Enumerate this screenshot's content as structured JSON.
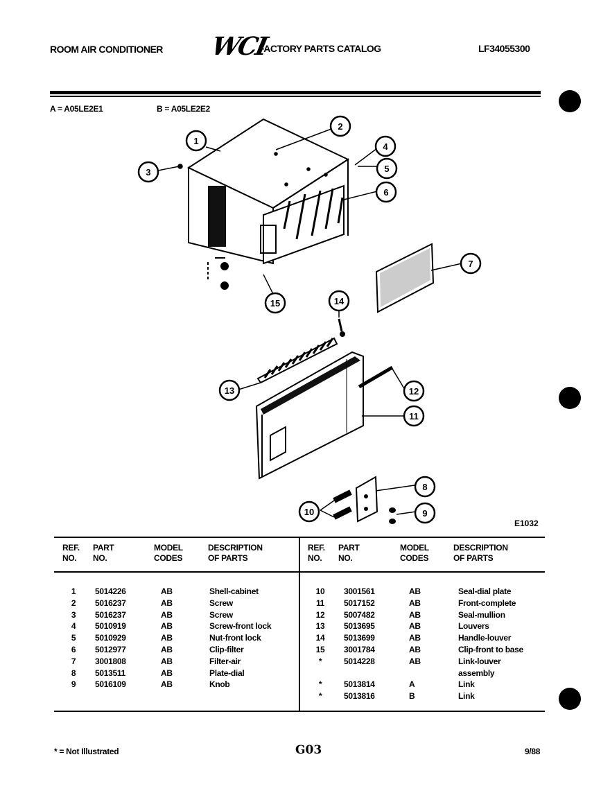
{
  "header": {
    "left_title": "ROOM AIR CONDITIONER",
    "logo_text": "WCI",
    "catalog_title": "FACTORY PARTS CATALOG",
    "catalog_number": "LF34055300"
  },
  "models": {
    "a": "A = A05LE2E1",
    "b": "B = A05LE2E2"
  },
  "diagram": {
    "code": "E1032",
    "callouts": [
      "1",
      "2",
      "3",
      "4",
      "5",
      "6",
      "7",
      "10",
      "11",
      "12",
      "13",
      "14",
      "15",
      "8",
      "9"
    ]
  },
  "table": {
    "headers": {
      "ref_no": "REF. NO.",
      "part_no": "PART NO.",
      "model_codes": "MODEL CODES",
      "description": "DESCRIPTION OF PARTS"
    },
    "left_rows": [
      {
        "ref": "1",
        "part": "5014226",
        "model": "AB",
        "desc": "Shell-cabinet"
      },
      {
        "ref": "2",
        "part": "5016237",
        "model": "AB",
        "desc": "Screw"
      },
      {
        "ref": "3",
        "part": "5016237",
        "model": "AB",
        "desc": "Screw"
      },
      {
        "ref": "4",
        "part": "5010919",
        "model": "AB",
        "desc": "Screw-front lock"
      },
      {
        "ref": "5",
        "part": "5010929",
        "model": "AB",
        "desc": "Nut-front lock"
      },
      {
        "ref": "6",
        "part": "5012977",
        "model": "AB",
        "desc": "Clip-filter"
      },
      {
        "ref": "7",
        "part": "3001808",
        "model": "AB",
        "desc": "Filter-air"
      },
      {
        "ref": "8",
        "part": "5013511",
        "model": "AB",
        "desc": "Plate-dial"
      },
      {
        "ref": "9",
        "part": "5016109",
        "model": "AB",
        "desc": "Knob"
      }
    ],
    "right_rows": [
      {
        "ref": "10",
        "part": "3001561",
        "model": "AB",
        "desc": "Seal-dial plate"
      },
      {
        "ref": "11",
        "part": "5017152",
        "model": "AB",
        "desc": "Front-complete"
      },
      {
        "ref": "12",
        "part": "5007482",
        "model": "AB",
        "desc": "Seal-mullion"
      },
      {
        "ref": "13",
        "part": "5013695",
        "model": "AB",
        "desc": "Louvers"
      },
      {
        "ref": "14",
        "part": "5013699",
        "model": "AB",
        "desc": "Handle-louver"
      },
      {
        "ref": "15",
        "part": "3001784",
        "model": "AB",
        "desc": "Clip-front to base"
      },
      {
        "ref": "*",
        "part": "5014228",
        "model": "AB",
        "desc": "Link-louver"
      },
      {
        "ref": "",
        "part": "",
        "model": "",
        "desc": "assembly"
      },
      {
        "ref": "*",
        "part": "5013814",
        "model": "A",
        "desc": "Link"
      },
      {
        "ref": "*",
        "part": "5013816",
        "model": "B",
        "desc": "Link"
      }
    ]
  },
  "footer": {
    "note": "* = Not Illustrated",
    "page": "G03",
    "date": "9/88"
  }
}
